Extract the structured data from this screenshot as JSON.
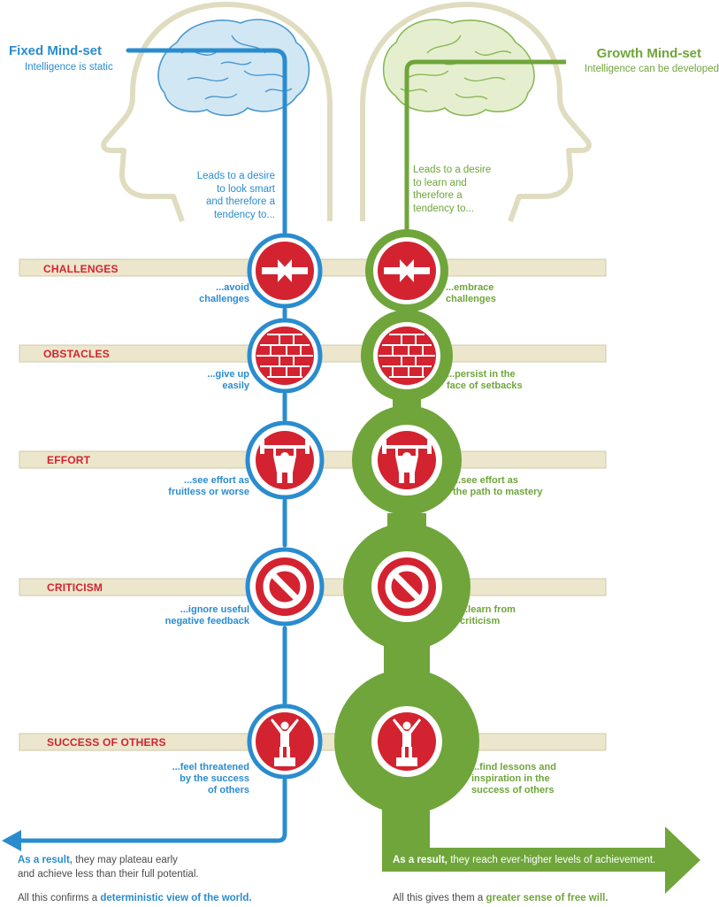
{
  "fixed": {
    "title": "Fixed Mind-set",
    "subtitle": "Intelligence is static",
    "lead": [
      "Leads to a desire",
      "to look smart",
      "and therefore a",
      "tendency to..."
    ],
    "result_bold": "As a result,",
    "result_rest": " they may plateau early",
    "result_line2": "and achieve less than their full potential.",
    "footer_prefix": "All this confirms a ",
    "footer_bold": "deterministic view of the world."
  },
  "growth": {
    "title": "Growth Mind-set",
    "subtitle": "Intelligence can be developed",
    "lead": [
      "Leads to a desire",
      "to learn and",
      "therefore a",
      "tendency to..."
    ],
    "result_bold": "As a result,",
    "result_rest": " they reach ever-higher levels of achievement.",
    "footer_prefix": "All this gives them a ",
    "footer_bold": "greater sense of free will."
  },
  "rows": [
    {
      "label": "CHALLENGES",
      "icon": "arrows-inward-icon",
      "fixed": [
        "...avoid",
        "challenges"
      ],
      "growth": [
        "...embrace",
        "challenges"
      ]
    },
    {
      "label": "OBSTACLES",
      "icon": "brick-wall-icon",
      "fixed": [
        "...give up",
        "easily"
      ],
      "growth": [
        "...persist in the",
        "face of setbacks"
      ]
    },
    {
      "label": "EFFORT",
      "icon": "weightlifter-icon",
      "fixed": [
        "...see effort as",
        "fruitless or worse"
      ],
      "growth": [
        "...see effort as",
        "the path to mastery"
      ]
    },
    {
      "label": "CRITICISM",
      "icon": "no-entry-icon",
      "fixed": [
        "...ignore useful",
        "negative feedback"
      ],
      "growth": [
        "...learn from",
        "criticism"
      ]
    },
    {
      "label": "SUCCESS OF OTHERS",
      "icon": "podium-figure-icon",
      "fixed": [
        "...feel threatened",
        "by the success",
        "of others"
      ],
      "growth": [
        "...find lessons and",
        "inspiration in the",
        "success of others"
      ]
    }
  ],
  "colors": {
    "fixed": "#2a8ccf",
    "growth": "#6fa53a",
    "accent": "#d32330",
    "band": "#ece6cc",
    "head": "#e0dcc0"
  }
}
